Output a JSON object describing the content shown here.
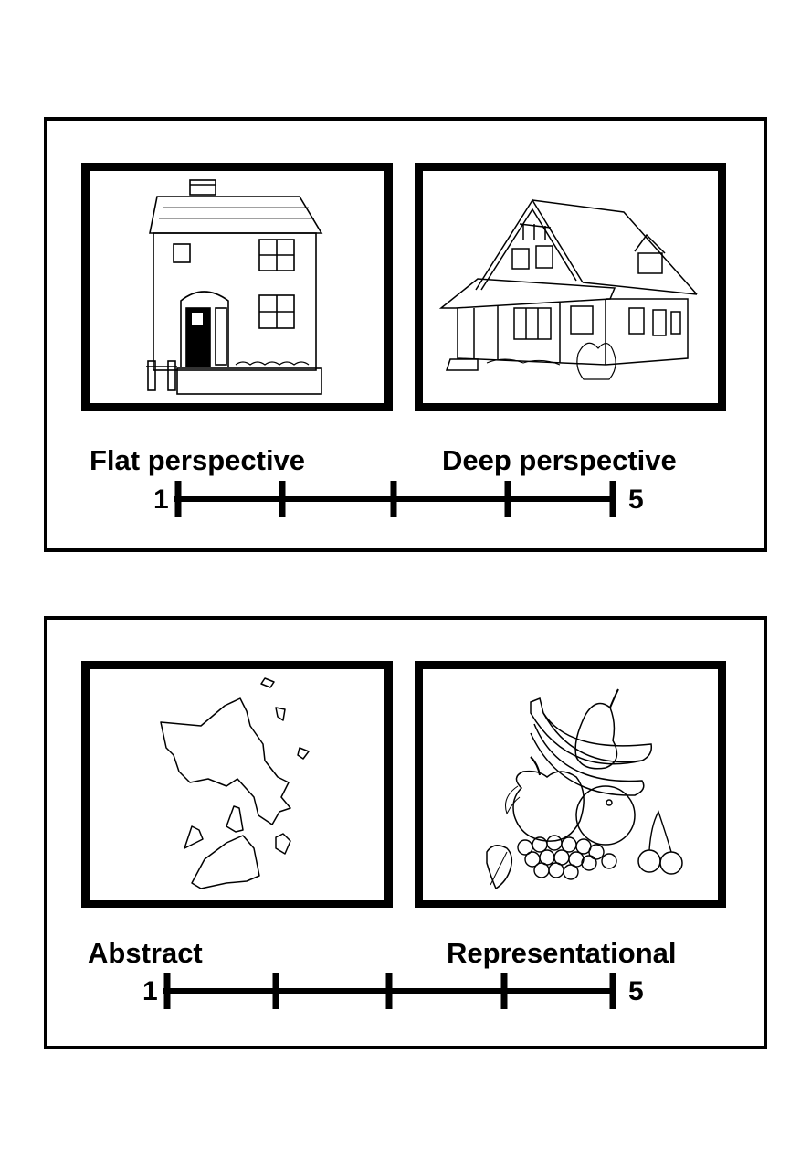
{
  "panels": [
    {
      "left_label": "Flat perspective",
      "right_label": "Deep perspective",
      "scale_min": "1",
      "scale_max": "5",
      "left_image": "flat-house-drawing",
      "right_image": "perspective-house-drawing"
    },
    {
      "left_label": "Abstract",
      "right_label": "Representational",
      "scale_min": "1",
      "scale_max": "5",
      "left_image": "abstract-shapes-drawing",
      "right_image": "fruit-still-life-drawing"
    }
  ]
}
